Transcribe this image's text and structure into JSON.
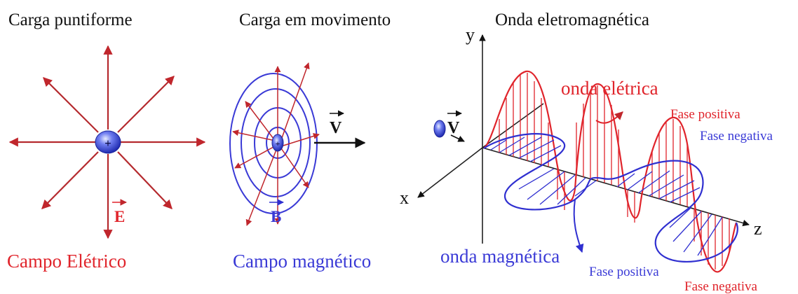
{
  "panels": {
    "point_charge": {
      "title": "Carga puntiforme",
      "charge_sign": "+",
      "vector_label": "E",
      "caption": "Campo Elétrico"
    },
    "moving_charge": {
      "title": "Carga em movimento",
      "charge_sign": "+",
      "velocity_label": "V",
      "field_label": "B",
      "caption": "Campo magnético"
    },
    "em_wave": {
      "title": "Onda eletromagnética",
      "axis_y": "y",
      "axis_x": "x",
      "axis_z": "z",
      "velocity_label": "V",
      "electric_wave_label": "onda elétrica",
      "magnetic_wave_label": "onda magnética",
      "electric_positive": "Fase positiva",
      "magnetic_negative": "Fase negativa",
      "magnetic_positive": "Fase positiva",
      "electric_negative": "Fase negativa"
    }
  },
  "colors": {
    "electric": "#e0242b",
    "magnetic": "#3a3ad6",
    "field_arrow": "#b52a2e",
    "text": "#111111"
  }
}
